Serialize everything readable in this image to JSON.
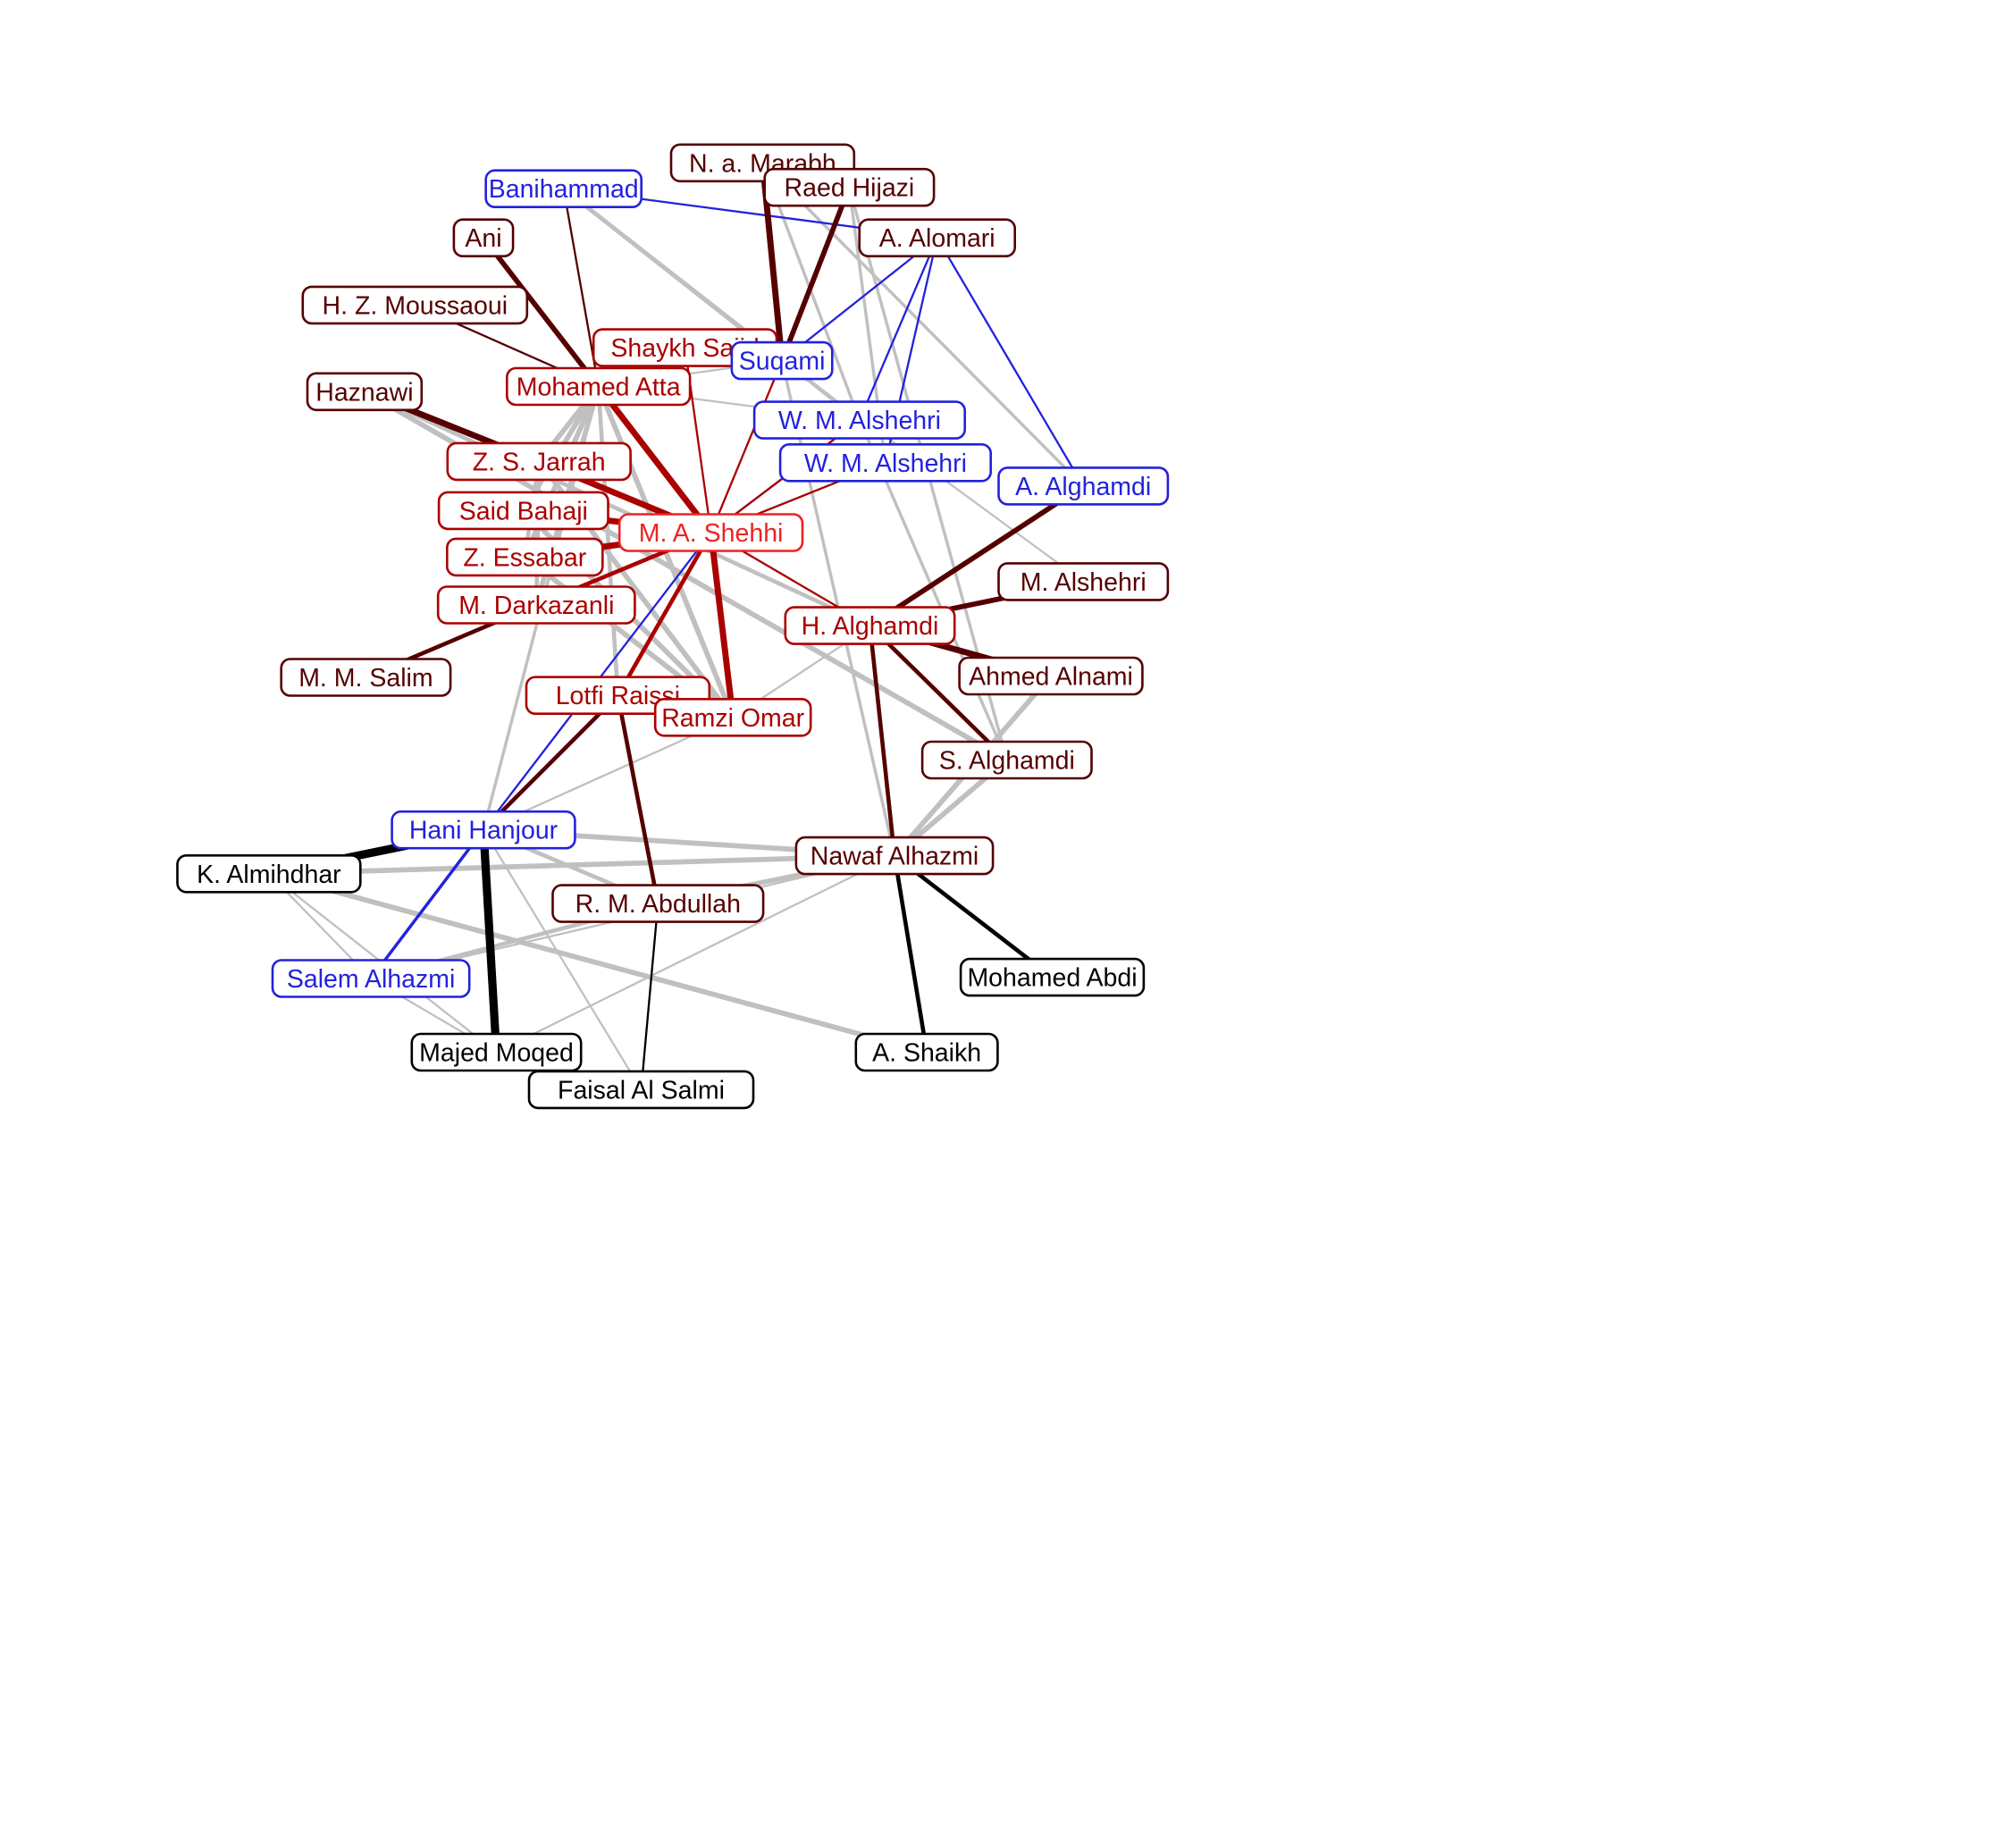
{
  "colors": {
    "focus": "#ee2222",
    "red": "#aa0000",
    "maroon": "#550000",
    "blue": "#2222dd",
    "black": "#000000",
    "gray": "#c0c0c0"
  },
  "nodes": [
    {
      "id": "marabh",
      "label": "N. a. Marabh",
      "color": "maroon"
    },
    {
      "id": "hijazi",
      "label": "Raed Hijazi",
      "color": "maroon"
    },
    {
      "id": "banihammad",
      "label": "Banihammad",
      "color": "blue"
    },
    {
      "id": "alomari",
      "label": "A. Alomari",
      "color": "maroon"
    },
    {
      "id": "ani",
      "label": "Ani",
      "color": "maroon"
    },
    {
      "id": "moussaoui",
      "label": "H. Z. Moussaoui",
      "color": "maroon"
    },
    {
      "id": "saiid",
      "label": "Shaykh Saiid",
      "color": "red"
    },
    {
      "id": "suqami",
      "label": "Suqami",
      "color": "blue"
    },
    {
      "id": "haznawi",
      "label": "Haznawi",
      "color": "maroon"
    },
    {
      "id": "atta",
      "label": "Mohamed Atta",
      "color": "red"
    },
    {
      "id": "wmalshehri1",
      "label": "W. M. Alshehri",
      "color": "blue"
    },
    {
      "id": "wmalshehri2",
      "label": "W. M. Alshehri",
      "color": "blue"
    },
    {
      "id": "jarrah",
      "label": "Z. S. Jarrah",
      "color": "red"
    },
    {
      "id": "aalghamdi",
      "label": "A. Alghamdi",
      "color": "blue"
    },
    {
      "id": "bahaji",
      "label": "Said Bahaji",
      "color": "red"
    },
    {
      "id": "shehhi",
      "label": "M. A. Shehhi",
      "color": "focus"
    },
    {
      "id": "essabar",
      "label": "Z. Essabar",
      "color": "red"
    },
    {
      "id": "malshehri",
      "label": "M. Alshehri",
      "color": "maroon"
    },
    {
      "id": "darkazanli",
      "label": "M. Darkazanli",
      "color": "red"
    },
    {
      "id": "halghamdi",
      "label": "H. Alghamdi",
      "color": "red"
    },
    {
      "id": "salim",
      "label": "M. M. Salim",
      "color": "maroon"
    },
    {
      "id": "alnami",
      "label": "Ahmed Alnami",
      "color": "maroon"
    },
    {
      "id": "raissi",
      "label": "Lotfi Raissi",
      "color": "red"
    },
    {
      "id": "omar",
      "label": "Ramzi Omar",
      "color": "red"
    },
    {
      "id": "salghamdi",
      "label": "S. Alghamdi",
      "color": "maroon"
    },
    {
      "id": "hanjour",
      "label": "Hani Hanjour",
      "color": "blue"
    },
    {
      "id": "nalhazmi",
      "label": "Nawaf Alhazmi",
      "color": "maroon"
    },
    {
      "id": "almihdhar",
      "label": "K. Almihdhar",
      "color": "black"
    },
    {
      "id": "abdullah",
      "label": "R. M. Abdullah",
      "color": "maroon"
    },
    {
      "id": "abdi",
      "label": "Mohamed Abdi",
      "color": "black"
    },
    {
      "id": "salhazmi",
      "label": "Salem Alhazmi",
      "color": "blue"
    },
    {
      "id": "moqed",
      "label": "Majed Moqed",
      "color": "black"
    },
    {
      "id": "shaikh",
      "label": "A. Shaikh",
      "color": "black"
    },
    {
      "id": "salmi",
      "label": "Faisal Al Salmi",
      "color": "black"
    }
  ],
  "edges": [
    {
      "source": "banihammad",
      "target": "suqami",
      "color": "gray",
      "weight": 4
    },
    {
      "source": "banihammad",
      "target": "wmalshehri1",
      "color": "gray",
      "weight": 4
    },
    {
      "source": "marabh",
      "target": "wmalshehri1",
      "color": "gray",
      "weight": 3
    },
    {
      "source": "marabh",
      "target": "aalghamdi",
      "color": "gray",
      "weight": 3
    },
    {
      "source": "hijazi",
      "target": "salghamdi",
      "color": "gray",
      "weight": 3
    },
    {
      "source": "hijazi",
      "target": "wmalshehri2",
      "color": "gray",
      "weight": 3
    },
    {
      "source": "suqami",
      "target": "malshehri",
      "color": "gray",
      "weight": 2
    },
    {
      "source": "atta",
      "target": "suqami",
      "color": "gray",
      "weight": 2
    },
    {
      "source": "atta",
      "target": "wmalshehri1",
      "color": "gray",
      "weight": 2
    },
    {
      "source": "haznawi",
      "target": "salghamdi",
      "color": "gray",
      "weight": 5
    },
    {
      "source": "haznawi",
      "target": "halghamdi",
      "color": "gray",
      "weight": 4
    },
    {
      "source": "atta",
      "target": "jarrah",
      "color": "gray",
      "weight": 5
    },
    {
      "source": "atta",
      "target": "bahaji",
      "color": "gray",
      "weight": 5
    },
    {
      "source": "atta",
      "target": "essabar",
      "color": "gray",
      "weight": 5
    },
    {
      "source": "atta",
      "target": "darkazanli",
      "color": "gray",
      "weight": 5
    },
    {
      "source": "atta",
      "target": "omar",
      "color": "gray",
      "weight": 5
    },
    {
      "source": "atta",
      "target": "raissi",
      "color": "gray",
      "weight": 4
    },
    {
      "source": "atta",
      "target": "hanjour",
      "color": "gray",
      "weight": 3
    },
    {
      "source": "jarrah",
      "target": "omar",
      "color": "gray",
      "weight": 5
    },
    {
      "source": "bahaji",
      "target": "omar",
      "color": "gray",
      "weight": 5
    },
    {
      "source": "essabar",
      "target": "omar",
      "color": "gray",
      "weight": 5
    },
    {
      "source": "jarrah",
      "target": "essabar",
      "color": "gray",
      "weight": 4
    },
    {
      "source": "jarrah",
      "target": "darkazanli",
      "color": "gray",
      "weight": 4
    },
    {
      "source": "suqami",
      "target": "nalhazmi",
      "color": "gray",
      "weight": 3
    },
    {
      "source": "wmalshehri1",
      "target": "salghamdi",
      "color": "gray",
      "weight": 3
    },
    {
      "source": "alnami",
      "target": "nalhazmi",
      "color": "gray",
      "weight": 5
    },
    {
      "source": "salghamdi",
      "target": "nalhazmi",
      "color": "gray",
      "weight": 5
    },
    {
      "source": "hanjour",
      "target": "nalhazmi",
      "color": "gray",
      "weight": 5
    },
    {
      "source": "almihdhar",
      "target": "nalhazmi",
      "color": "gray",
      "weight": 5
    },
    {
      "source": "abdullah",
      "target": "nalhazmi",
      "color": "gray",
      "weight": 5
    },
    {
      "source": "hanjour",
      "target": "abdullah",
      "color": "gray",
      "weight": 4
    },
    {
      "source": "salhazmi",
      "target": "abdullah",
      "color": "gray",
      "weight": 4
    },
    {
      "source": "almihdhar",
      "target": "shaikh",
      "color": "gray",
      "weight": 5
    },
    {
      "source": "aalghamdi",
      "target": "omar",
      "color": "gray",
      "weight": 2
    },
    {
      "source": "nalhazmi",
      "target": "salhazmi",
      "color": "gray",
      "weight": 2
    },
    {
      "source": "omar",
      "target": "hanjour",
      "color": "gray",
      "weight": 2
    },
    {
      "source": "almihdhar",
      "target": "salhazmi",
      "color": "gray",
      "weight": 2
    },
    {
      "source": "almihdhar",
      "target": "moqed",
      "color": "gray",
      "weight": 2
    },
    {
      "source": "salhazmi",
      "target": "moqed",
      "color": "gray",
      "weight": 2
    },
    {
      "source": "hanjour",
      "target": "salmi",
      "color": "gray",
      "weight": 2
    },
    {
      "source": "nalhazmi",
      "target": "moqed",
      "color": "gray",
      "weight": 2
    },
    {
      "source": "banihammad",
      "target": "alomari",
      "color": "blue",
      "weight": 2
    },
    {
      "source": "alomari",
      "target": "suqami",
      "color": "blue",
      "weight": 2
    },
    {
      "source": "alomari",
      "target": "wmalshehri1",
      "color": "blue",
      "weight": 2
    },
    {
      "source": "alomari",
      "target": "wmalshehri2",
      "color": "blue",
      "weight": 2
    },
    {
      "source": "alomari",
      "target": "aalghamdi",
      "color": "blue",
      "weight": 2
    },
    {
      "source": "wmalshehri1",
      "target": "shehhi",
      "color": "blue",
      "weight": 2
    },
    {
      "source": "shehhi",
      "target": "hanjour",
      "color": "blue",
      "weight": 2
    },
    {
      "source": "hanjour",
      "target": "salhazmi",
      "color": "blue",
      "weight": 3
    },
    {
      "source": "marabh",
      "target": "suqami",
      "color": "maroon",
      "weight": 6
    },
    {
      "source": "hijazi",
      "target": "suqami",
      "color": "maroon",
      "weight": 5
    },
    {
      "source": "ani",
      "target": "atta",
      "color": "maroon",
      "weight": 5
    },
    {
      "source": "moussaoui",
      "target": "atta",
      "color": "maroon",
      "weight": 2
    },
    {
      "source": "banihammad",
      "target": "atta",
      "color": "maroon",
      "weight": 2
    },
    {
      "source": "haznawi",
      "target": "jarrah",
      "color": "maroon",
      "weight": 6
    },
    {
      "source": "aalghamdi",
      "target": "halghamdi",
      "color": "maroon",
      "weight": 5
    },
    {
      "source": "malshehri",
      "target": "halghamdi",
      "color": "maroon",
      "weight": 5
    },
    {
      "source": "halghamdi",
      "target": "alnami",
      "color": "maroon",
      "weight": 6
    },
    {
      "source": "halghamdi",
      "target": "salghamdi",
      "color": "maroon",
      "weight": 4
    },
    {
      "source": "halghamdi",
      "target": "nalhazmi",
      "color": "maroon",
      "weight": 4
    },
    {
      "source": "salim",
      "target": "darkazanli",
      "color": "maroon",
      "weight": 4
    },
    {
      "source": "raissi",
      "target": "abdullah",
      "color": "maroon",
      "weight": 4
    },
    {
      "source": "raissi",
      "target": "hanjour",
      "color": "maroon",
      "weight": 4
    },
    {
      "source": "abdullah",
      "target": "salmi",
      "color": "black",
      "weight": 2
    },
    {
      "source": "almihdhar",
      "target": "hanjour",
      "color": "black",
      "weight": 8
    },
    {
      "source": "hanjour",
      "target": "moqed",
      "color": "black",
      "weight": 8
    },
    {
      "source": "nalhazmi",
      "target": "abdi",
      "color": "black",
      "weight": 4
    },
    {
      "source": "nalhazmi",
      "target": "shaikh",
      "color": "black",
      "weight": 4
    },
    {
      "source": "atta",
      "target": "shehhi",
      "color": "red",
      "weight": 6
    },
    {
      "source": "jarrah",
      "target": "shehhi",
      "color": "red",
      "weight": 6
    },
    {
      "source": "bahaji",
      "target": "shehhi",
      "color": "red",
      "weight": 6
    },
    {
      "source": "essabar",
      "target": "shehhi",
      "color": "red",
      "weight": 6
    },
    {
      "source": "darkazanli",
      "target": "shehhi",
      "color": "red",
      "weight": 4
    },
    {
      "source": "shehhi",
      "target": "omar",
      "color": "red",
      "weight": 6
    },
    {
      "source": "shehhi",
      "target": "raissi",
      "color": "red",
      "weight": 4
    },
    {
      "source": "shehhi",
      "target": "halghamdi",
      "color": "red",
      "weight": 2
    },
    {
      "source": "shehhi",
      "target": "saiid",
      "color": "red",
      "weight": 2
    },
    {
      "source": "shehhi",
      "target": "suqami",
      "color": "red",
      "weight": 2
    },
    {
      "source": "shehhi",
      "target": "wmalshehri2",
      "color": "red",
      "weight": 2
    },
    {
      "source": "shehhi",
      "target": "wmalshehri1",
      "color": "red",
      "weight": 2
    }
  ]
}
